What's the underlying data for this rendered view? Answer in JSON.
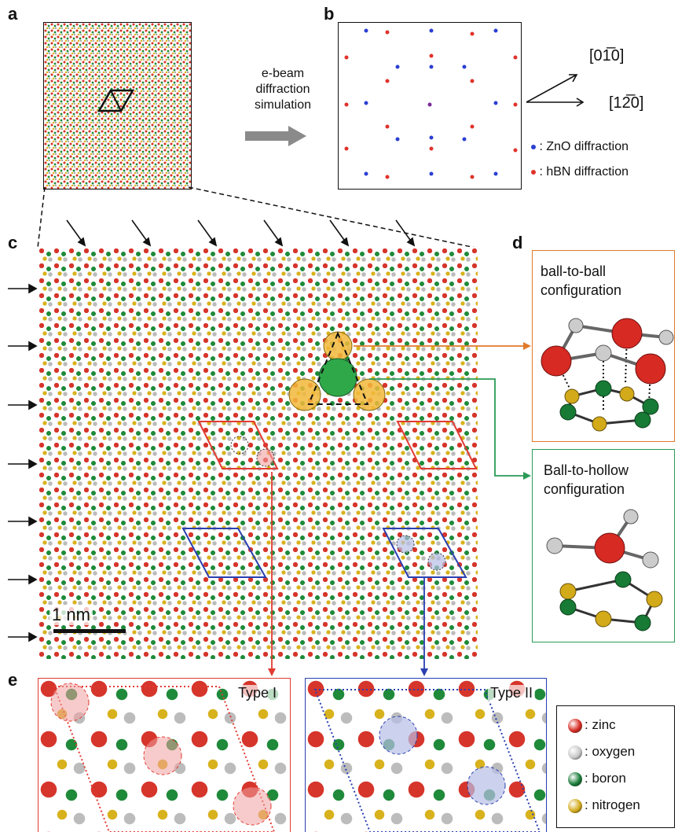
{
  "panels": {
    "a": "a",
    "b": "b",
    "c": "c",
    "d": "d",
    "e": "e"
  },
  "simulation_label": [
    "e-beam",
    "diffraction",
    "simulation"
  ],
  "directions": {
    "dir1": "[01̅0]",
    "dir2": "[12̅0]"
  },
  "diffraction_legend": {
    "zno": ": ZnO diffraction",
    "hbn": ": hBN diffraction",
    "zno_color": "#2b3fd0",
    "hbn_color": "#e0322a"
  },
  "scale_bar": "1 nm",
  "configurations": {
    "ball_to_ball": [
      "ball-to-ball",
      "configuration"
    ],
    "ball_to_hollow": [
      "Ball-to-hollow",
      "configuration"
    ],
    "ball_color": "#e07a2b",
    "hollow_color": "#2a9a55"
  },
  "types": {
    "type1": "Type I",
    "type2": "Type II"
  },
  "atom_legend": [
    {
      "label": ": zinc",
      "color": "#d62a22"
    },
    {
      "label": ": oxygen",
      "color": "#c8c8c8"
    },
    {
      "label": ": boron",
      "color": "#177a35"
    },
    {
      "label": ": nitrogen",
      "color": "#d2aa1a"
    }
  ]
}
